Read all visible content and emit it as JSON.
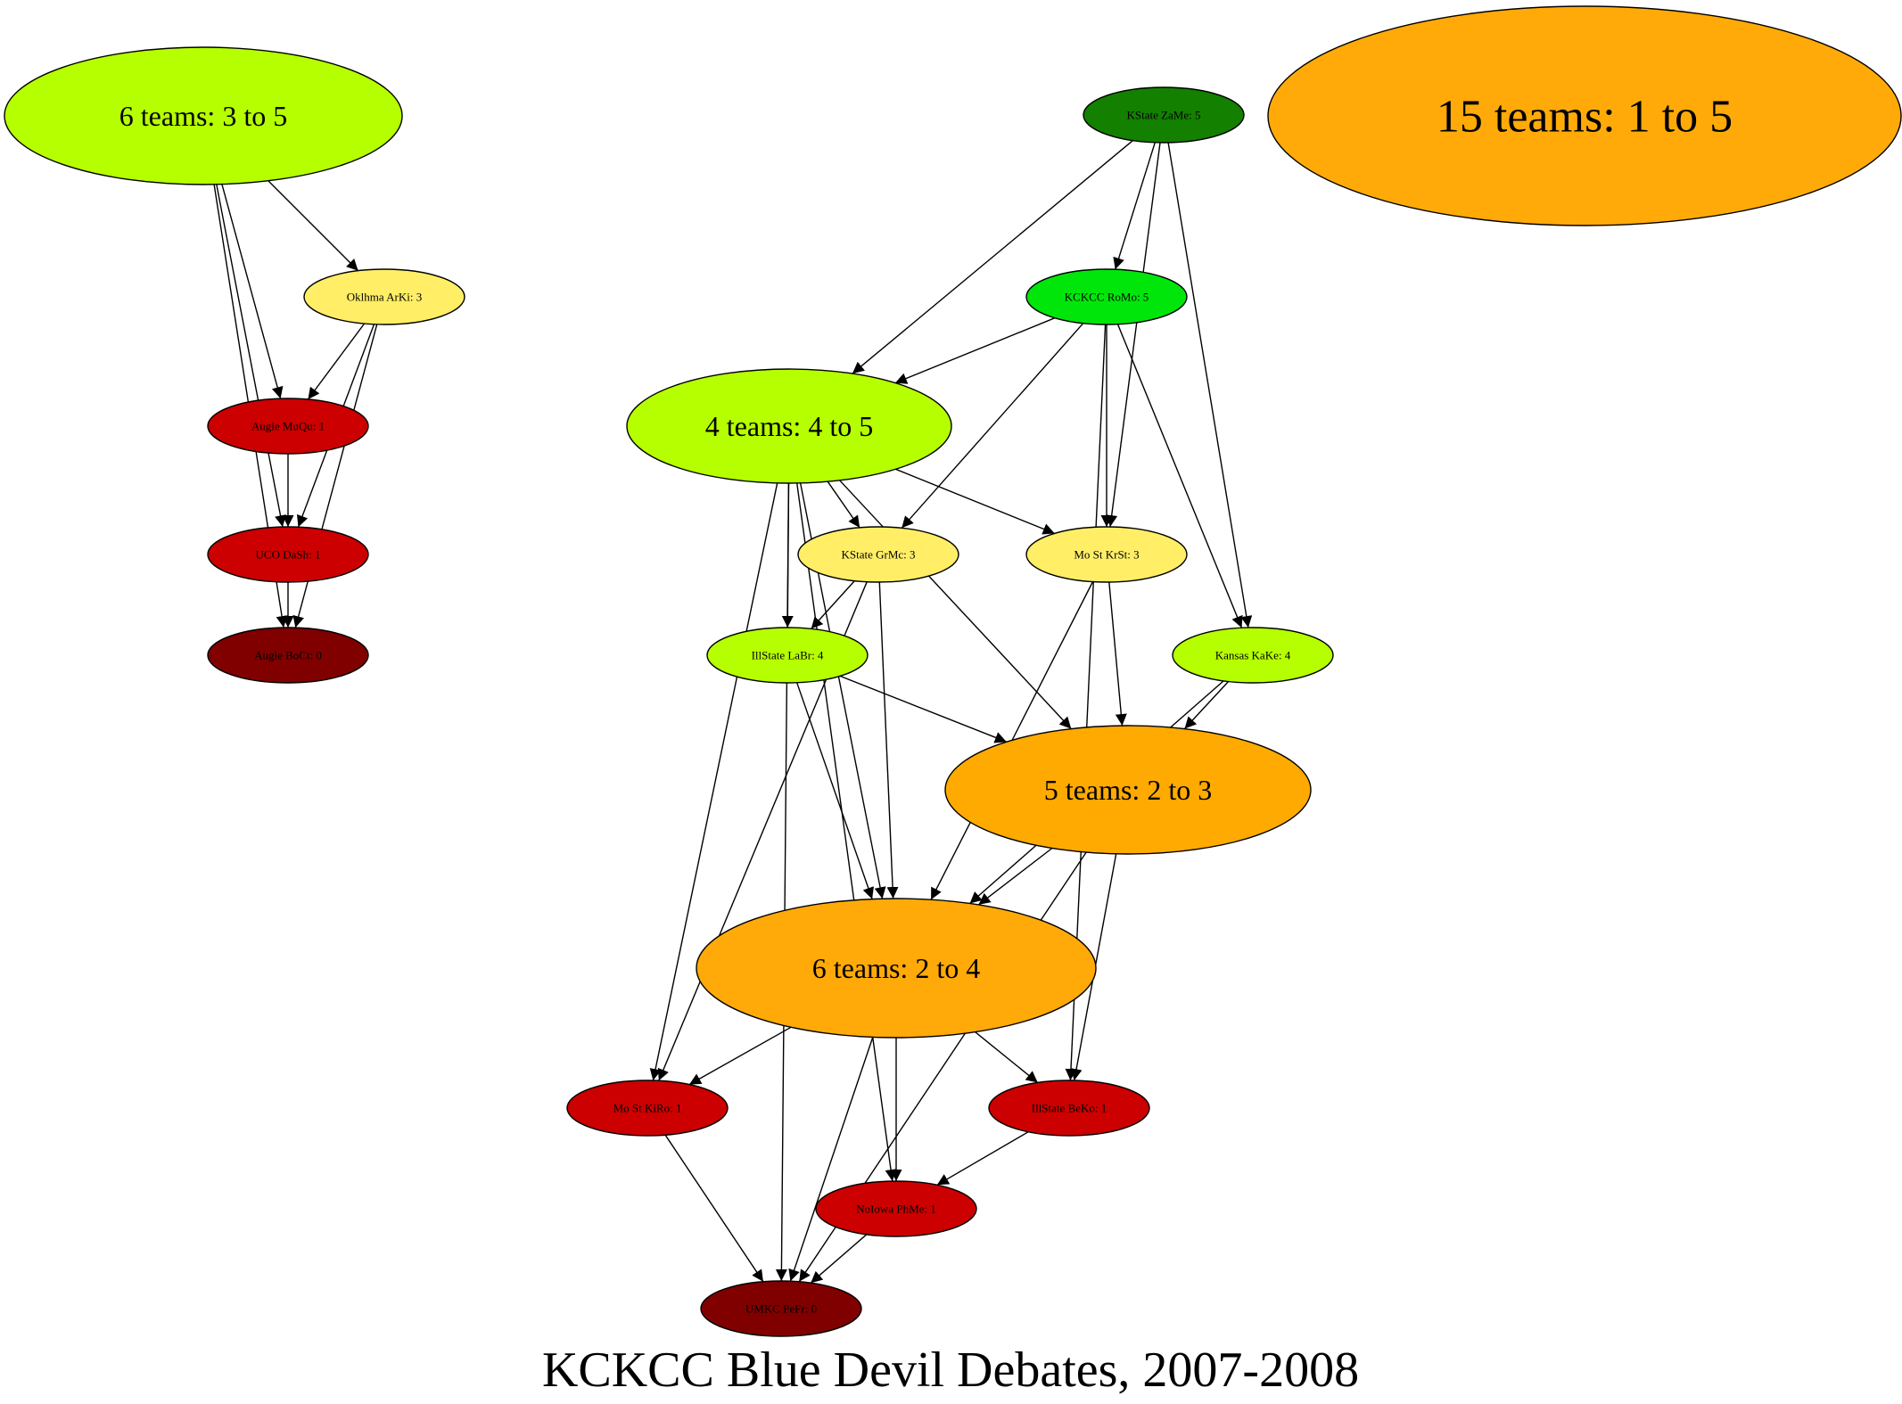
{
  "title": "KCKCC Blue Devil Debates, 2007-2008",
  "nodes": {
    "g6a": {
      "label": "6 teams: 3 to 5",
      "fill": "#b6ff00",
      "size": "large"
    },
    "g15": {
      "label": "15 teams: 1 to 5",
      "fill": "#ffaa08",
      "size": "xlarge"
    },
    "zame": {
      "label": "KState ZaMe: 5",
      "fill": "#138000",
      "size": "small"
    },
    "romo": {
      "label": "KCKCC RoMo: 5",
      "fill": "#00e60b",
      "size": "small"
    },
    "arki": {
      "label": "Oklhma ArKi: 3",
      "fill": "#ffee66",
      "size": "small"
    },
    "g4": {
      "label": "4 teams: 4 to 5",
      "fill": "#b6ff00",
      "size": "large"
    },
    "muqu": {
      "label": "Augie  MuQu: 1",
      "fill": "#cc0000",
      "size": "small"
    },
    "dash": {
      "label": "UCO DaSh: 1",
      "fill": "#cc0000",
      "size": "small"
    },
    "grmc": {
      "label": "KState GrMc: 3",
      "fill": "#ffee66",
      "size": "small"
    },
    "krst": {
      "label": "Mo St KrSt: 3",
      "fill": "#ffee66",
      "size": "small"
    },
    "boct": {
      "label": "Augie  BoCt: 0",
      "fill": "#800000",
      "size": "small"
    },
    "labr": {
      "label": "IllState LaBr: 4",
      "fill": "#b6ff00",
      "size": "small"
    },
    "kake": {
      "label": "Kansas KaKe: 4",
      "fill": "#b6ff00",
      "size": "small"
    },
    "g5": {
      "label": "5 teams: 2 to 3",
      "fill": "#ffaa00",
      "size": "large"
    },
    "g6b": {
      "label": "6 teams: 2 to 4",
      "fill": "#ffaa08",
      "size": "large"
    },
    "kiro": {
      "label": "Mo St KiRo: 1",
      "fill": "#cc0000",
      "size": "small"
    },
    "beko": {
      "label": "IllState BeKo: 1",
      "fill": "#cc0000",
      "size": "small"
    },
    "phme": {
      "label": "NoIowa PhMe: 1",
      "fill": "#cc0000",
      "size": "small"
    },
    "pefr": {
      "label": "UMKC PeFr: 0",
      "fill": "#800000",
      "size": "small"
    }
  },
  "edges": [
    [
      "g6a",
      "arki"
    ],
    [
      "g6a",
      "muqu"
    ],
    [
      "g6a",
      "dash"
    ],
    [
      "g6a",
      "boct"
    ],
    [
      "arki",
      "muqu"
    ],
    [
      "arki",
      "dash"
    ],
    [
      "arki",
      "boct"
    ],
    [
      "muqu",
      "dash"
    ],
    [
      "dash",
      "boct"
    ],
    [
      "zame",
      "romo"
    ],
    [
      "zame",
      "g4"
    ],
    [
      "zame",
      "krst"
    ],
    [
      "zame",
      "kake"
    ],
    [
      "romo",
      "g4"
    ],
    [
      "romo",
      "grmc"
    ],
    [
      "romo",
      "krst"
    ],
    [
      "romo",
      "kake"
    ],
    [
      "romo",
      "beko"
    ],
    [
      "g4",
      "grmc"
    ],
    [
      "g4",
      "krst"
    ],
    [
      "g4",
      "labr"
    ],
    [
      "g4",
      "g5"
    ],
    [
      "g4",
      "g6b"
    ],
    [
      "g4",
      "kiro"
    ],
    [
      "g4",
      "phme"
    ],
    [
      "g4",
      "pefr"
    ],
    [
      "grmc",
      "labr"
    ],
    [
      "grmc",
      "g6b"
    ],
    [
      "grmc",
      "kiro"
    ],
    [
      "krst",
      "g5"
    ],
    [
      "krst",
      "g6b"
    ],
    [
      "labr",
      "g5"
    ],
    [
      "labr",
      "g6b"
    ],
    [
      "kake",
      "g5"
    ],
    [
      "kake",
      "g6b"
    ],
    [
      "g5",
      "g6b"
    ],
    [
      "g5",
      "beko"
    ],
    [
      "g5",
      "pefr"
    ],
    [
      "g6b",
      "kiro"
    ],
    [
      "g6b",
      "beko"
    ],
    [
      "g6b",
      "phme"
    ],
    [
      "g6b",
      "pefr"
    ],
    [
      "kiro",
      "pefr"
    ],
    [
      "beko",
      "phme"
    ],
    [
      "phme",
      "pefr"
    ]
  ]
}
